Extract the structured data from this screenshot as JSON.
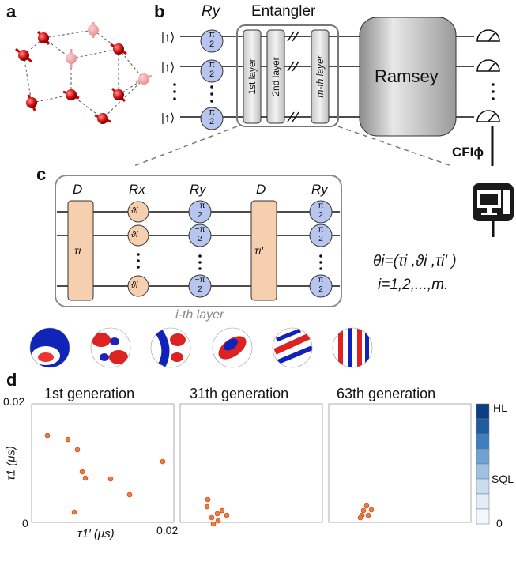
{
  "panels": {
    "a": "a",
    "b": "b",
    "c": "c",
    "d": "d"
  },
  "circuit_b": {
    "ry_label": "Ry",
    "entangler_label": "Entangler",
    "input_state": "|↑⟩",
    "gate_top": "π",
    "gate_bottom": "2",
    "layer1": "1st layer",
    "layer2": "2nd layer",
    "layerm": "m-th layer",
    "ramsey": "Ramsey",
    "cfi": "CFIϕ"
  },
  "circuit_c": {
    "d_label": "D",
    "rx_label": "Rx",
    "ry_label": "Ry",
    "tau": "τi",
    "tau_prime": "τi′",
    "theta": "ϑi",
    "neg_pi": "−π",
    "pi": "π",
    "two": "2",
    "layer_caption": "i-th layer",
    "params_line1": "θi=(τi ,ϑi ,τi′ )",
    "params_line2": "i=1,2,...,m."
  },
  "panel_d": {
    "generations": [
      "1st generation",
      "31th generation",
      "63th generation"
    ],
    "y_top": "0.02",
    "y_bottom": "0",
    "x_right": "0.02",
    "ylabel": "τ1 (μs)",
    "xlabel": "τ1′ (μs)",
    "colorbar": {
      "top": "HL",
      "mid": "SQL",
      "bottom": "0"
    }
  },
  "colors": {
    "gate_blue": "#b7c6ee",
    "gate_orange": "#f6cfae",
    "contour_dark": "#0d3d84",
    "dot": "#f2783c"
  }
}
